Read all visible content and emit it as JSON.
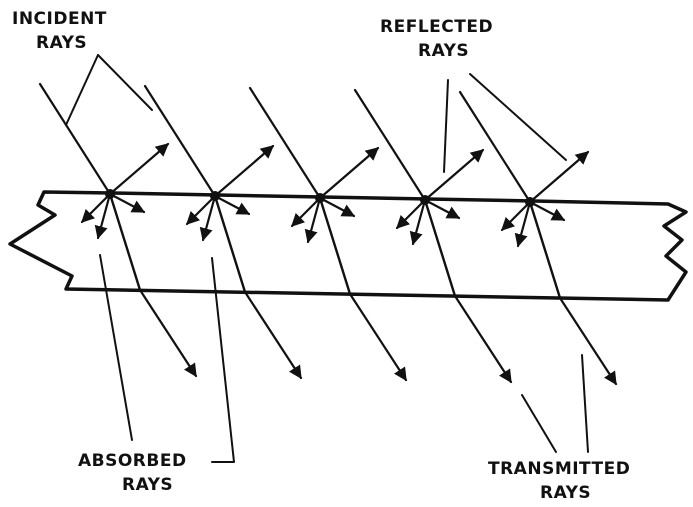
{
  "diagram": {
    "labels": {
      "incident_line1": "INCIDENT",
      "incident_line2": "RAYS",
      "reflected_line1": "REFLECTED",
      "reflected_line2": "RAYS",
      "absorbed_line1": "ABSORBED",
      "absorbed_line2": "RAYS",
      "transmitted_line1": "TRANSMITTED",
      "transmitted_line2": "RAYS"
    },
    "ray_groups": 5,
    "colors": {
      "ink": "#111111",
      "paper": "#ffffff"
    }
  }
}
